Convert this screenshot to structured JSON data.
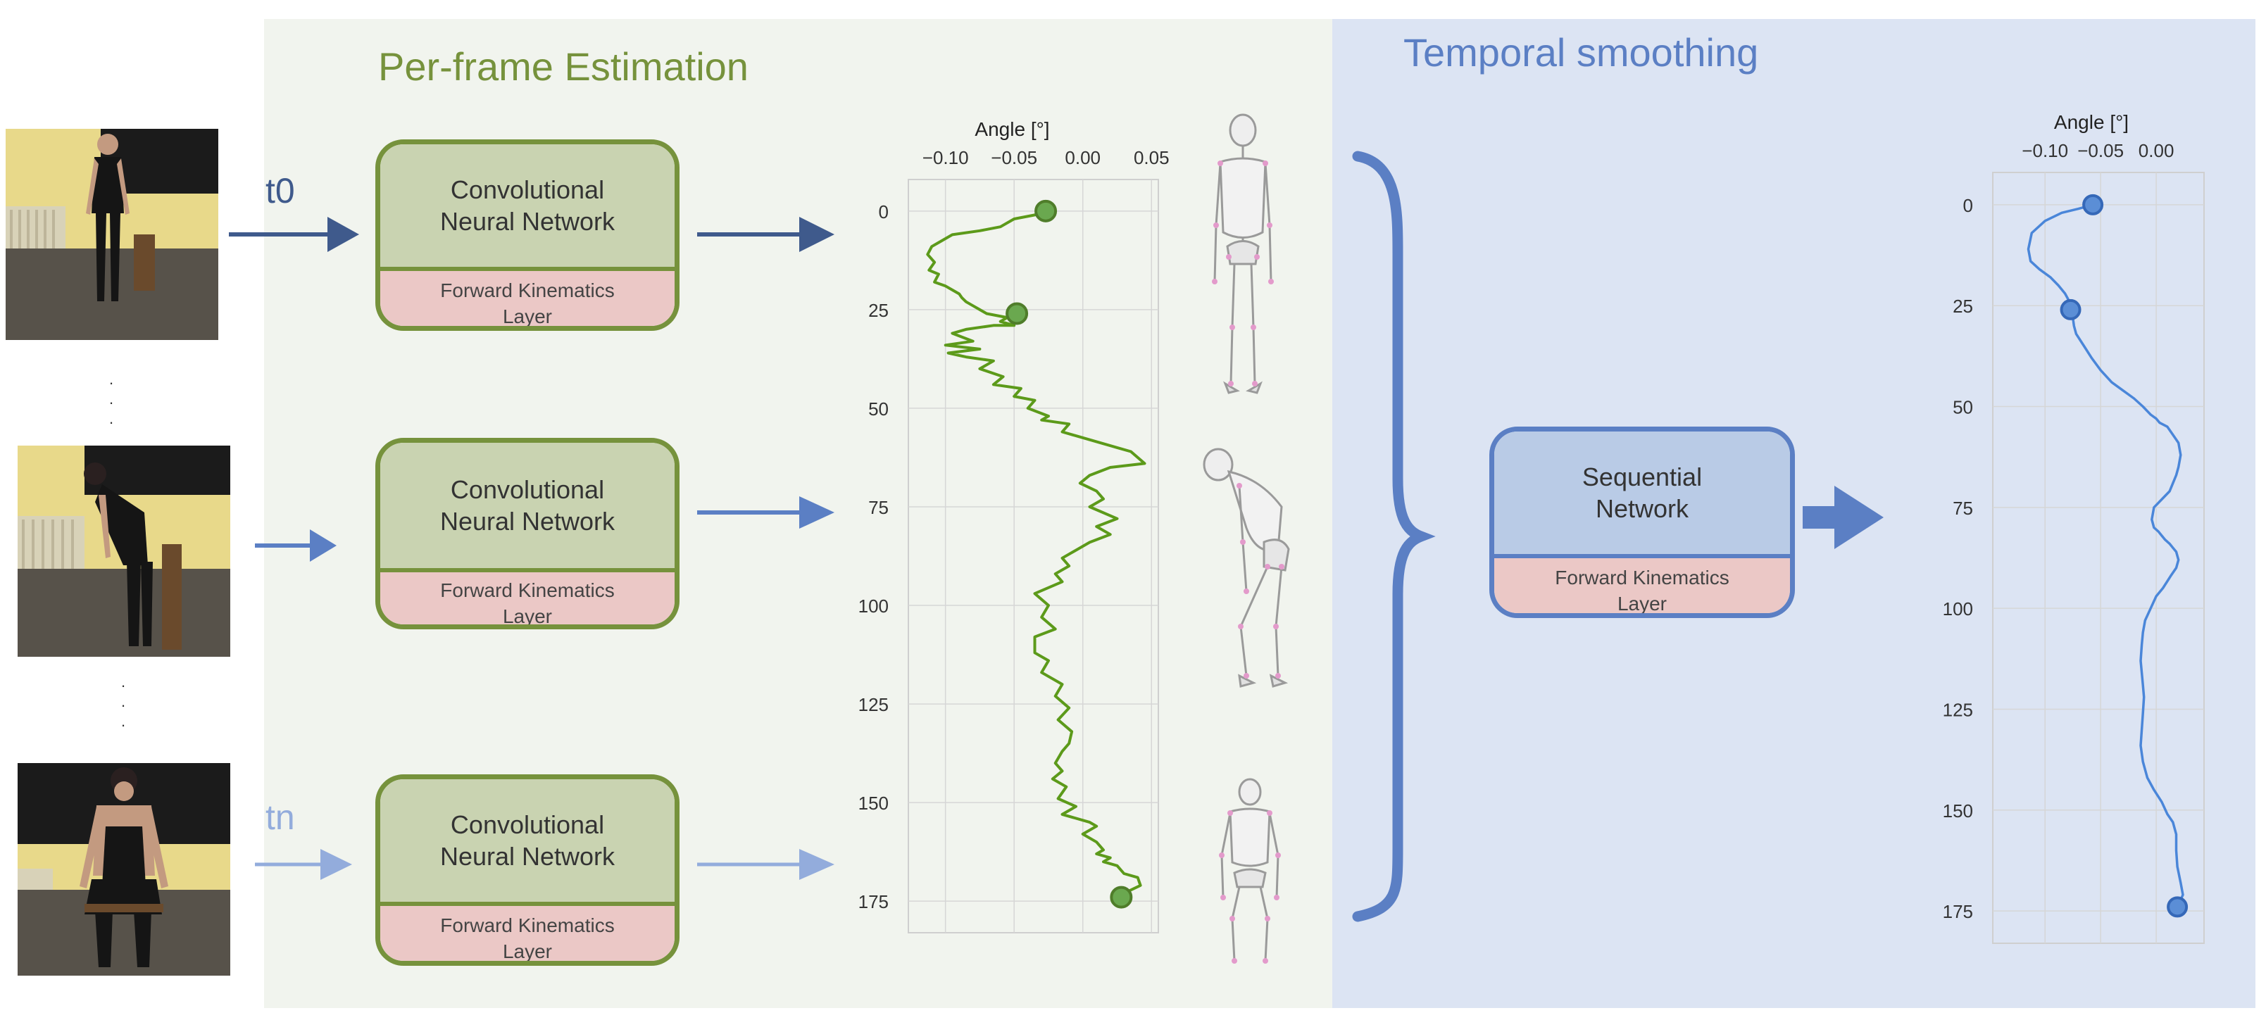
{
  "sections": {
    "per_frame_title": "Per-frame Estimation",
    "temporal_title": "Temporal smoothing"
  },
  "frames": {
    "t0_label": "t0",
    "tn_label": "tn",
    "ellipsis": ".\n.\n."
  },
  "blocks": {
    "cnn_label": "Convolutional\nNeural Network",
    "fk_label": "Forward Kinematics\nLayer",
    "seq_label": "Sequential\nNetwork"
  },
  "colors": {
    "olive": "#76923c",
    "blue_dark": "#3f5a8c",
    "blue_mid": "#5b7fc4",
    "blue_light": "#93acdc",
    "green_line": "#5c9a1a",
    "blue_line": "#4a86d9",
    "marker_fill_green": "#6aa84f",
    "marker_fill_blue": "#5b8ed6"
  },
  "icons": {
    "skeleton": "human-skeleton-icon",
    "brace": "right-curly-brace-icon"
  },
  "chart_data": [
    {
      "type": "line",
      "title": "",
      "xlabel": "Angle [°]",
      "ylabel": "",
      "xticks": [
        "−0.10",
        "−0.05",
        "0.00",
        "0.05"
      ],
      "yticks": [
        "0",
        "25",
        "50",
        "75",
        "100",
        "125",
        "150",
        "175"
      ],
      "xlim": [
        -0.127,
        0.055
      ],
      "ylim": [
        183,
        -8
      ],
      "grid": true,
      "series": [
        {
          "x": [
            -0.027,
            -0.035,
            -0.05,
            -0.06,
            -0.075,
            -0.095,
            -0.105,
            -0.11,
            -0.113,
            -0.108,
            -0.112,
            -0.105,
            -0.108,
            -0.1,
            -0.095,
            -0.09,
            -0.088,
            -0.085,
            -0.08,
            -0.075,
            -0.07,
            -0.055,
            -0.06,
            -0.05,
            -0.065,
            -0.085,
            -0.095,
            -0.08,
            -0.1,
            -0.075,
            -0.098,
            -0.085,
            -0.065,
            -0.075,
            -0.058,
            -0.065,
            -0.045,
            -0.05,
            -0.035,
            -0.04,
            -0.025,
            -0.03,
            -0.01,
            -0.015,
            -0.005,
            0.005,
            0.015,
            0.025,
            0.035,
            0.045,
            0.02,
            0.005,
            -0.002,
            0.01,
            0.015,
            0.005,
            0.025,
            0.01,
            0.02,
            0.005,
            -0.005,
            -0.015,
            -0.01,
            -0.02,
            -0.015,
            -0.035,
            -0.025,
            -0.03,
            -0.02,
            -0.035,
            -0.035,
            -0.025,
            -0.03,
            -0.015,
            -0.02,
            -0.01,
            -0.018,
            -0.008,
            -0.01,
            -0.015,
            -0.02,
            -0.015,
            -0.022,
            -0.012,
            -0.018,
            -0.005,
            -0.015,
            0.005,
            0.01,
            0.0,
            0.01,
            0.015,
            0.01,
            0.02,
            0.015,
            0.025,
            0.03,
            0.04,
            0.042,
            0.03
          ],
          "y": [
            0,
            1,
            2,
            4,
            5,
            6,
            8,
            9,
            11,
            13,
            15,
            16,
            18,
            19,
            20,
            21,
            22,
            23,
            24,
            25,
            26,
            27,
            28,
            29,
            29,
            30,
            31,
            33,
            34,
            35,
            36,
            37,
            38,
            40,
            42,
            44,
            45,
            47,
            48,
            50,
            52,
            53,
            54,
            56,
            57,
            58,
            59,
            60,
            61,
            64,
            65,
            67,
            69,
            71,
            73,
            75,
            78,
            80,
            82,
            84,
            86,
            88,
            90,
            92,
            94,
            97,
            100,
            103,
            106,
            108,
            112,
            114,
            117,
            120,
            123,
            126,
            129,
            132,
            135,
            137,
            140,
            142,
            144,
            146,
            149,
            151,
            153,
            155,
            156,
            158,
            160,
            162,
            163,
            164,
            165,
            166,
            168,
            169,
            171,
            173
          ]
        }
      ],
      "markers": [
        {
          "x": -0.027,
          "y": 0
        },
        {
          "x": -0.048,
          "y": 26
        },
        {
          "x": 0.028,
          "y": 174
        }
      ]
    },
    {
      "type": "line",
      "title": "",
      "xlabel": "Angle [°]",
      "ylabel": "",
      "xticks": [
        "−0.10",
        "−0.05",
        "0.00"
      ],
      "yticks": [
        "0",
        "25",
        "50",
        "75",
        "100",
        "125",
        "150",
        "175"
      ],
      "xlim": [
        -0.147,
        0.043
      ],
      "ylim": [
        183,
        -8
      ],
      "grid": true,
      "series": [
        {
          "x": [
            -0.057,
            -0.07,
            -0.085,
            -0.1,
            -0.112,
            -0.115,
            -0.113,
            -0.105,
            -0.095,
            -0.088,
            -0.082,
            -0.078,
            -0.076,
            -0.075,
            -0.074,
            -0.072,
            -0.065,
            -0.058,
            -0.05,
            -0.04,
            -0.03,
            -0.02,
            -0.012,
            -0.005,
            0.0,
            0.003,
            0.01,
            0.015,
            0.02,
            0.022,
            0.02,
            0.018,
            0.015,
            0.012,
            0.005,
            -0.002,
            -0.004,
            -0.002,
            0.002,
            0.005,
            0.008,
            0.012,
            0.015,
            0.018,
            0.02,
            0.018,
            0.013,
            0.006,
            0.0,
            -0.005,
            -0.01,
            -0.012,
            -0.013,
            -0.014,
            -0.013,
            -0.012,
            -0.011,
            -0.012,
            -0.013,
            -0.014,
            -0.012,
            -0.008,
            -0.002,
            0.005,
            0.01,
            0.015,
            0.018,
            0.018,
            0.019,
            0.022,
            0.024,
            0.019
          ],
          "y": [
            0,
            1,
            2,
            4,
            7,
            11,
            14,
            16,
            18,
            20,
            22,
            24,
            26,
            28,
            30,
            32,
            35,
            38,
            41,
            44,
            46,
            48,
            50,
            52,
            53,
            54,
            55,
            57,
            59,
            62,
            65,
            67,
            69,
            71,
            73,
            75,
            78,
            80,
            81,
            82,
            83,
            84,
            85,
            86,
            88,
            90,
            92,
            95,
            97,
            100,
            103,
            106,
            109,
            113,
            116,
            119,
            122,
            126,
            130,
            134,
            138,
            142,
            145,
            148,
            151,
            153,
            156,
            160,
            164,
            168,
            171,
            174
          ]
        }
      ],
      "markers": [
        {
          "x": -0.057,
          "y": 0
        },
        {
          "x": -0.077,
          "y": 26
        },
        {
          "x": 0.019,
          "y": 174
        }
      ]
    }
  ]
}
